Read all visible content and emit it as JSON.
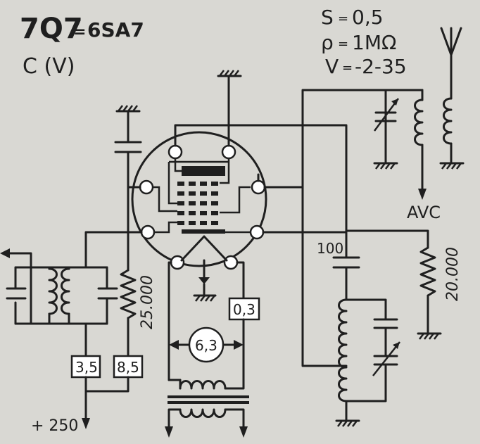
{
  "tube": {
    "type": "7Q7",
    "equivalent": "6SA7",
    "eq_sign": "=",
    "class": "C (V)"
  },
  "params": {
    "s_label": "S",
    "s_value": "0,5",
    "rho_label": "ρ",
    "rho_value": "1MΩ",
    "v_label": "V",
    "v_value": "-2-35",
    "sep": "="
  },
  "labels": {
    "avc": "AVC",
    "cap_100": "100",
    "res_20000": "20.000",
    "res_25000": "25.000",
    "supply": "+ 250"
  },
  "boxes": {
    "box_35": "3,5",
    "box_85": "8,5",
    "box_03": "0,3",
    "heater": "6,3"
  },
  "colors": {
    "ink": "#1f1f1f",
    "paper": "#d9d8d3"
  }
}
